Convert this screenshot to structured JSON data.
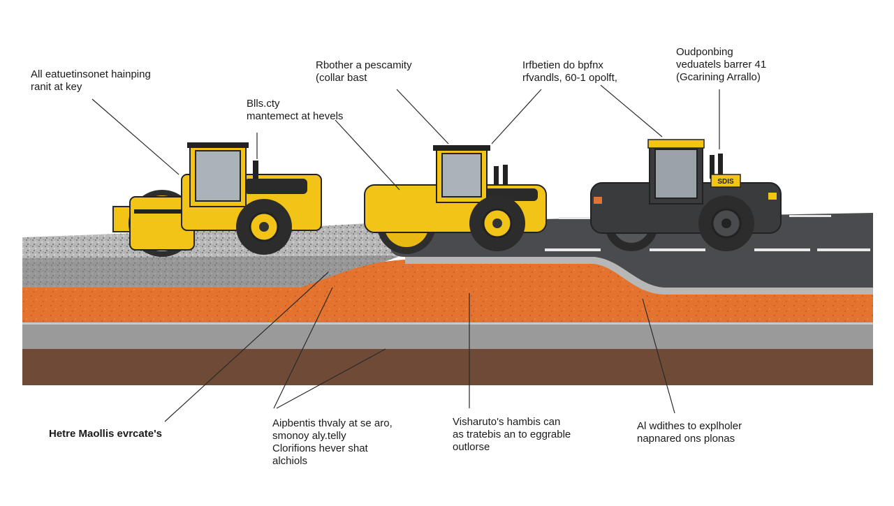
{
  "labels": {
    "top_left": [
      "All eatuetinsonet hainping",
      "ranit at key"
    ],
    "mid_left": [
      "Blls.cty",
      "mantemect at hevels"
    ],
    "top_center": [
      "Rbother  a pescamity",
      "(collar bast"
    ],
    "top_right_center": [
      "Irfbetien do bpfnx",
      "rfvandls, 60-1 opolft,"
    ],
    "top_right": [
      "Oudponbing",
      "veduatels barrer 41",
      "(Gcarining Arrallo)"
    ],
    "bottom_left": [
      "Hetre Maollis evrcate's"
    ],
    "bottom_center_left": [
      "Aipbentis thvaly at se aro,",
      "smonoy aly.telly",
      "Clorifions hever shat",
      "alchiols"
    ],
    "bottom_center_right": [
      "Visharuto's hambis can",
      "as tratebis an to eggrable",
      "outlorse"
    ],
    "bottom_right": [
      "Al wdithes to explholer",
      "napnared ons plonas"
    ]
  },
  "roller_badge": "SDIS",
  "colors": {
    "roller_yellow": "#f2c418",
    "roller_dark": "#3a3b3d",
    "gravel": "#b9b9b9",
    "asphalt": "#4a4b4e",
    "orange_layer": "#e4732f",
    "grey_layer": "#9a9a9a",
    "soil_layer": "#6f4a36"
  }
}
